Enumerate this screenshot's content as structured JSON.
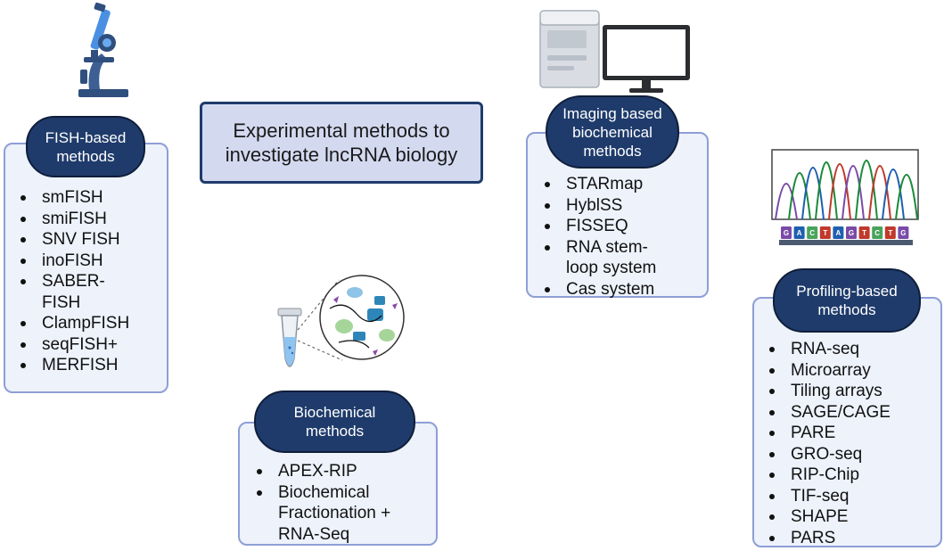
{
  "title": "Experimental methods to\ninvestigate lncRNA biology",
  "groups": {
    "fish": {
      "label": "FISH-based\nmethods",
      "items": [
        "smFISH",
        "smiFISH",
        "SNV FISH",
        "inoFISH",
        "SABER-\nFISH",
        "ClampFISH",
        "seqFISH+",
        "MERFISH"
      ]
    },
    "imaging": {
      "label": "Imaging based\nbiochemical\nmethods",
      "items": [
        "STARmap",
        "HyblSS",
        "FISSEQ",
        "RNA stem-\nloop system",
        "Cas system"
      ]
    },
    "biochemical": {
      "label": "Biochemical\nmethods",
      "items": [
        "APEX-RIP",
        "Biochemical\nFractionation +\nRNA-Seq"
      ]
    },
    "profiling": {
      "label": "Profiling-based\nmethods",
      "items": [
        "RNA-seq",
        "Microarray",
        "Tiling arrays",
        "SAGE/CAGE",
        "PARE",
        "GRO-seq",
        "RIP-Chip",
        "TIF-seq",
        "SHAPE",
        "PARS"
      ]
    }
  },
  "icons": {
    "microscope": "microscope-icon",
    "instrument": "imaging-instrument-icon",
    "monitor": "monitor-icon",
    "tube": "test-tube-icon",
    "molecules": "biomolecules-magnified-icon",
    "chromatogram": "sequencing-chromatogram-icon"
  },
  "dna_sequence": [
    "G",
    "A",
    "C",
    "T",
    "A",
    "G",
    "T",
    "C",
    "T",
    "G"
  ],
  "colors": {
    "pill": "#1f3b6b",
    "panel_fill": "#edf2fb",
    "panel_border": "#8e9ed6",
    "title_fill": "#d3daf0",
    "trace_colors": [
      "#7a4aa8",
      "#1a8a3a",
      "#1f5fb0",
      "#1a8a3a",
      "#c0392b",
      "#7a4aa8",
      "#1a8a3a",
      "#c0392b",
      "#1f5fb0",
      "#1a8a3a"
    ]
  }
}
